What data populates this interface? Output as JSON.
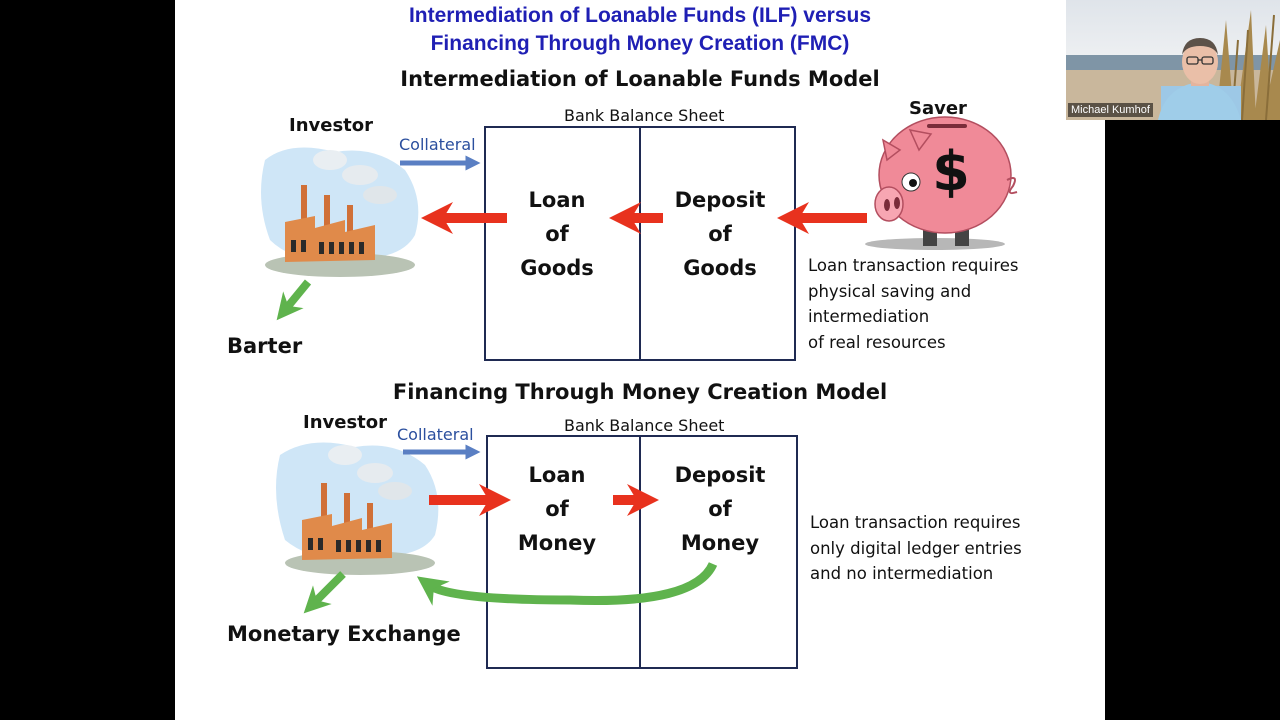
{
  "slide": {
    "title_line1": "Intermediation of Loanable Funds (ILF) versus",
    "title_line2": "Financing Through Money Creation (FMC)",
    "ilf": {
      "heading": "Intermediation of Loanable Funds Model",
      "bank_label": "Bank Balance Sheet",
      "investor_label": "Investor",
      "collateral_label": "Collateral",
      "saver_label": "Saver",
      "loan": [
        "Loan",
        "of",
        "Goods"
      ],
      "deposit": [
        "Deposit",
        "of",
        "Goods"
      ],
      "exchange_label": "Barter",
      "note": [
        "Loan transaction requires",
        "physical saving and",
        "intermediation",
        "of real resources"
      ]
    },
    "fmc": {
      "heading": "Financing Through Money Creation Model",
      "bank_label": "Bank Balance Sheet",
      "investor_label": "Investor",
      "collateral_label": "Collateral",
      "loan": [
        "Loan",
        "of",
        "Money"
      ],
      "deposit": [
        "Deposit",
        "of",
        "Money"
      ],
      "exchange_label": "Monetary Exchange",
      "note": [
        "Loan transaction requires",
        "only digital ledger entries",
        "and no intermediation"
      ]
    }
  },
  "video": {
    "participant_name": "Michael Kumhof"
  },
  "icons": [
    "factory-icon",
    "piggy-bank-icon",
    "dollar-sign-icon",
    "arrow-red-icon",
    "arrow-green-icon",
    "arrow-blue-icon"
  ],
  "colors": {
    "title_blue": "#1f1fb4",
    "arrow_red": "#e8321e",
    "arrow_green": "#5fb34d",
    "arrow_blue": "#5a7fc3",
    "piggy_pink": "#f08a98"
  }
}
